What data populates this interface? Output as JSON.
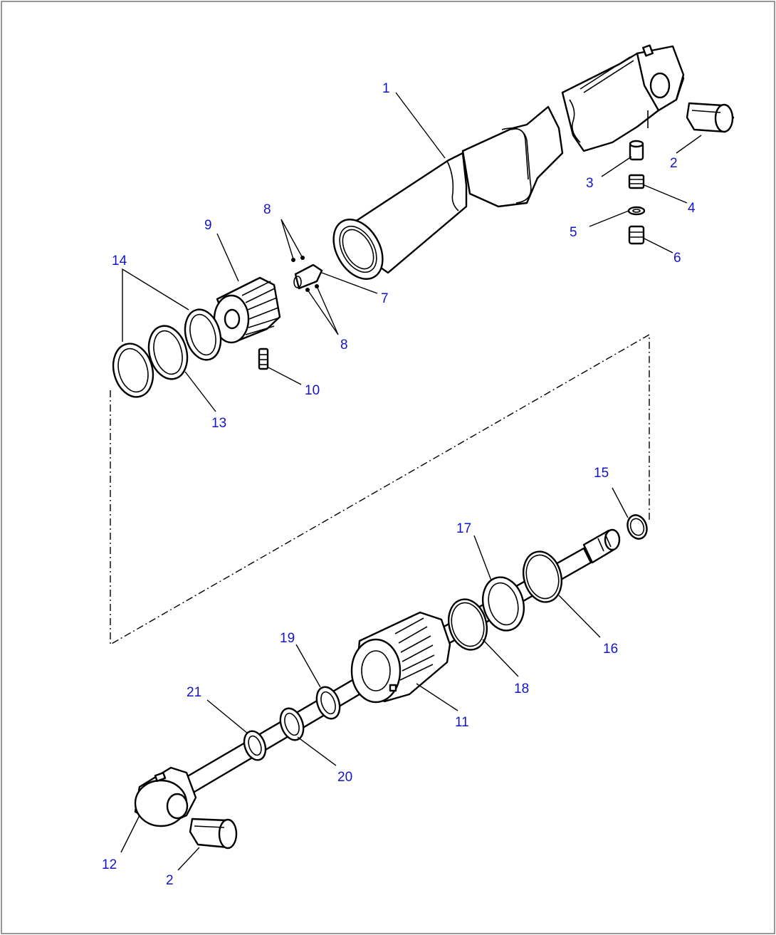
{
  "callouts": [
    {
      "id": "c1",
      "label": "1"
    },
    {
      "id": "c2a",
      "label": "2"
    },
    {
      "id": "c3",
      "label": "3"
    },
    {
      "id": "c4",
      "label": "4"
    },
    {
      "id": "c5",
      "label": "5"
    },
    {
      "id": "c6",
      "label": "6"
    },
    {
      "id": "c7",
      "label": "7"
    },
    {
      "id": "c8a",
      "label": "8"
    },
    {
      "id": "c8b",
      "label": "8"
    },
    {
      "id": "c9",
      "label": "9"
    },
    {
      "id": "c10",
      "label": "10"
    },
    {
      "id": "c13",
      "label": "13"
    },
    {
      "id": "c14",
      "label": "14"
    },
    {
      "id": "c15",
      "label": "15"
    },
    {
      "id": "c16",
      "label": "16"
    },
    {
      "id": "c17",
      "label": "17"
    },
    {
      "id": "c18",
      "label": "18"
    },
    {
      "id": "c11",
      "label": "11"
    },
    {
      "id": "c19",
      "label": "19"
    },
    {
      "id": "c21",
      "label": "21"
    },
    {
      "id": "c20",
      "label": "20"
    },
    {
      "id": "c12",
      "label": "12"
    },
    {
      "id": "c2b",
      "label": "2"
    }
  ],
  "colors": {
    "callout": "#1414c8",
    "line": "#000000",
    "border": "#777777"
  }
}
